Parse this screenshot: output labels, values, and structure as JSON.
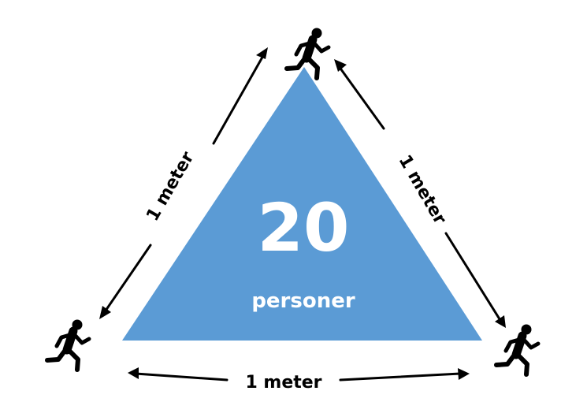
{
  "diagram": {
    "count": "20",
    "unit": "personer",
    "edges": {
      "left": "1 meter",
      "right": "1 meter",
      "bottom": "1 meter"
    },
    "colors": {
      "triangle": "#5b9bd5",
      "inner_text": "#ffffff",
      "figure": "#000000",
      "arrow": "#000000"
    },
    "icons": [
      "running-person-icon",
      "running-person-icon",
      "running-person-icon"
    ]
  }
}
